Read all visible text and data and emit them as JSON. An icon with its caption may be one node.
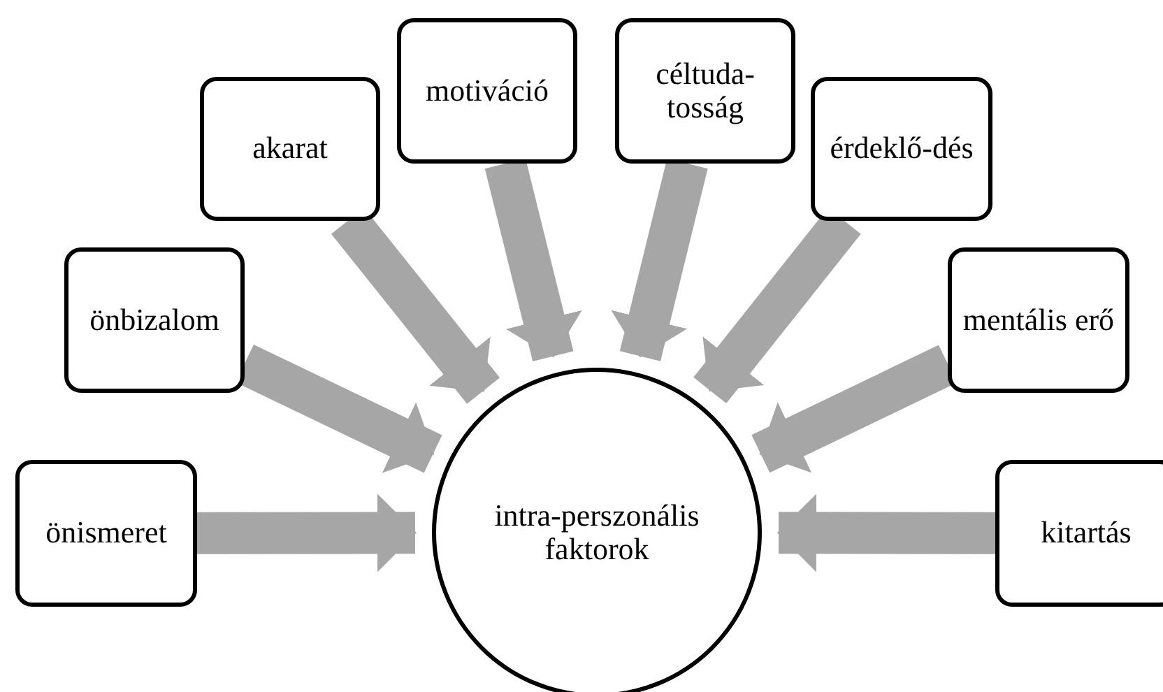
{
  "diagram": {
    "nodes": [
      {
        "text": [
          "intra-perszonális faktorok"
        ]
      },
      {
        "text": [
          "önismeret"
        ]
      },
      {
        "text": [
          "önbizalom"
        ]
      },
      {
        "text": [
          "akarat"
        ]
      },
      {
        "text": [
          "motiváció"
        ]
      },
      {
        "text": [
          "céltuda-tosság"
        ]
      },
      {
        "text": [
          "érdeklő-dés"
        ]
      },
      {
        "text": [
          "mentális erő"
        ]
      },
      {
        "text": [
          "kitartás"
        ]
      }
    ],
    "edges": [
      {
        "from": 1,
        "to": 0,
        "arrow": "to"
      },
      {
        "from": 2,
        "to": 0,
        "arrow": "to"
      },
      {
        "from": 3,
        "to": 0,
        "arrow": "to"
      },
      {
        "from": 4,
        "to": 0,
        "arrow": "to"
      },
      {
        "from": 5,
        "to": 0,
        "arrow": "to"
      },
      {
        "from": 6,
        "to": 0,
        "arrow": "to"
      },
      {
        "from": 7,
        "to": 0,
        "arrow": "to"
      },
      {
        "from": 8,
        "to": 0,
        "arrow": "to"
      }
    ]
  }
}
